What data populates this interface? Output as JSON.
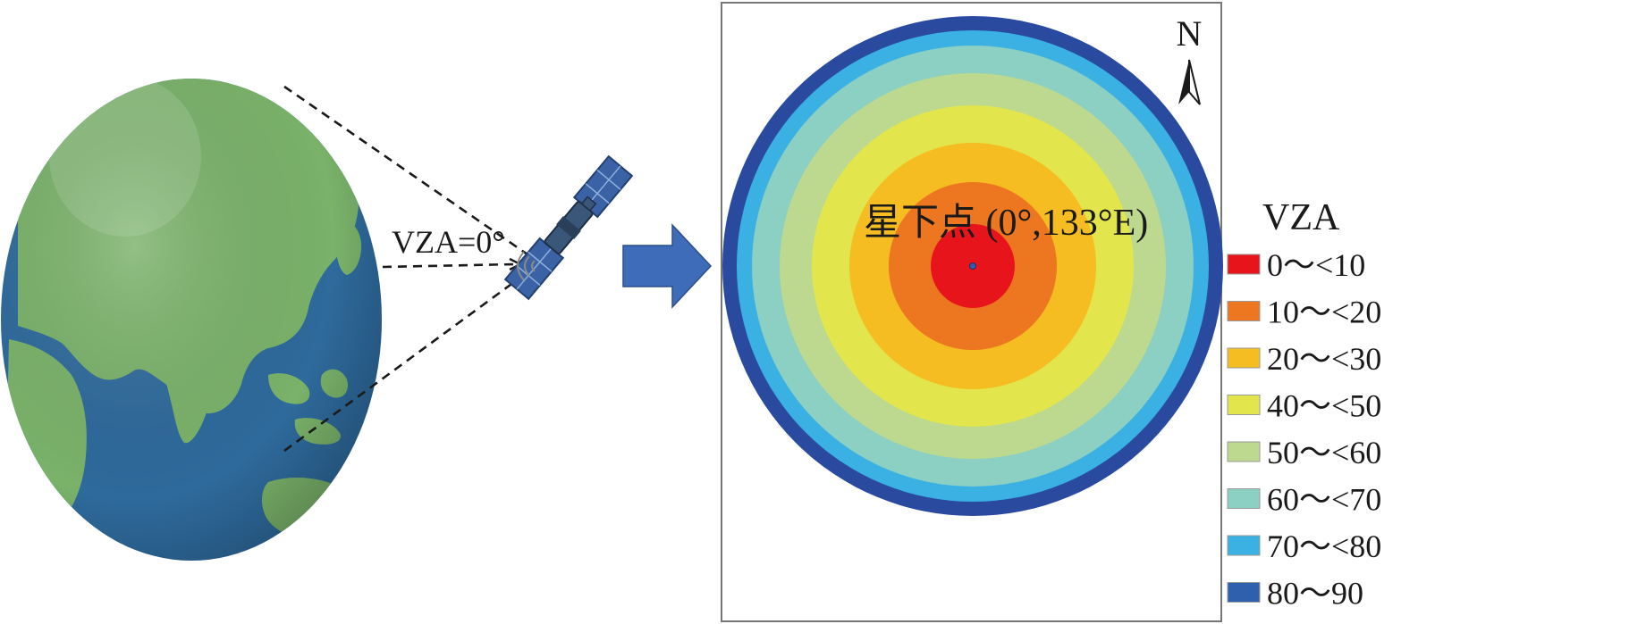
{
  "earth": {
    "label": "earth-globe"
  },
  "satellite": {
    "label": "satellite"
  },
  "vza_annotation": "VZA=0°",
  "arrow": {
    "label": "right-arrow"
  },
  "map": {
    "north_label": "N",
    "subsatellite_label": "星下点 (0°,133°E)"
  },
  "legend": {
    "title": "VZA",
    "items": [
      {
        "label": "0～<10",
        "color": "#e8141b"
      },
      {
        "label": "10～<20",
        "color": "#ec7720"
      },
      {
        "label": "20～<30",
        "color": "#f5bd22"
      },
      {
        "label": "40～<50",
        "color": "#e2e54c"
      },
      {
        "label": "50～<60",
        "color": "#bcd98f"
      },
      {
        "label": "60～<70",
        "color": "#8ccfc3"
      },
      {
        "label": "70～<80",
        "color": "#3bb1e3"
      },
      {
        "label": "80～90",
        "color": "#2e60ad"
      }
    ],
    "outer_ring_color": "#2a4aa0"
  },
  "colors": {
    "ocean": "#2e6a9c",
    "land": "#7ab26a",
    "arrow_fill": "#3f6cb8",
    "satellite_panel": "#3a62a5",
    "satellite_body": "#3a5678"
  }
}
